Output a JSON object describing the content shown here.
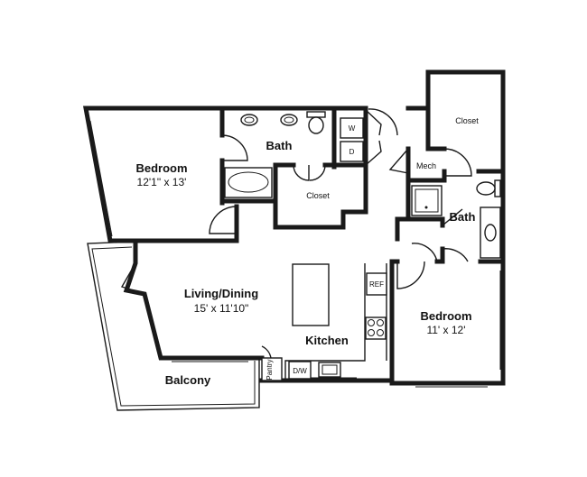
{
  "rooms": {
    "bedroom_1": {
      "name": "Bedroom",
      "dims": "12'1\" x 13'"
    },
    "bath_1": {
      "name": "Bath"
    },
    "closet_1": {
      "name": "Closet"
    },
    "closet_2": {
      "name": "Closet"
    },
    "mech": {
      "name": "Mech"
    },
    "bath_2": {
      "name": "Bath"
    },
    "living": {
      "name": "Living/Dining",
      "dims": "15' x 11'10\""
    },
    "kitchen": {
      "name": "Kitchen"
    },
    "bedroom_2": {
      "name": "Bedroom",
      "dims": "11' x 12'"
    },
    "balcony": {
      "name": "Balcony"
    }
  },
  "appliances": {
    "washer": "W",
    "dryer": "D",
    "refrigerator": "REF",
    "dishwasher": "D/W",
    "pantry": "Pantry"
  }
}
